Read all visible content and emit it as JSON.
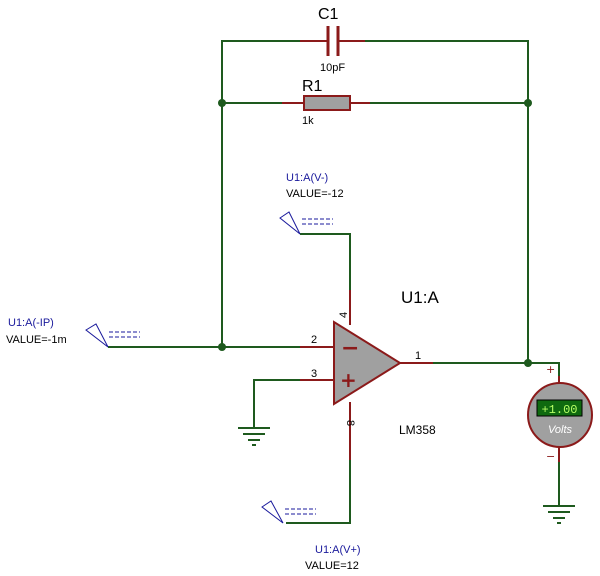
{
  "components": {
    "capacitor": {
      "ref": "C1",
      "value": "10pF"
    },
    "resistor": {
      "ref": "R1",
      "value": "1k"
    },
    "opamp": {
      "ref": "U1:A",
      "part": "LM358",
      "pin_inverting": "2",
      "pin_noninverting": "3",
      "pin_vminus": "4",
      "pin_vplus": "8",
      "pin_output": "1",
      "minus_sign": "−",
      "plus_sign": "+"
    },
    "generator_input": {
      "name": "U1:A(-IP)",
      "value": "VALUE=-1m"
    },
    "generator_vminus": {
      "name": "U1:A(V-)",
      "value": "VALUE=-12"
    },
    "generator_vplus": {
      "name": "U1:A(V+)",
      "value": "VALUE=12"
    },
    "voltmeter": {
      "reading": "+1.00",
      "unit": "Volts",
      "plus_sign": "+",
      "minus_sign": "−"
    }
  },
  "colors": {
    "wire": "#1e5a1e",
    "pin": "#8b1a1a",
    "component_fill": "#a0a0a0",
    "meter_display": "#0f6a0f",
    "meter_text": "#b6ff66",
    "label_blue": "#1a1a9c"
  }
}
